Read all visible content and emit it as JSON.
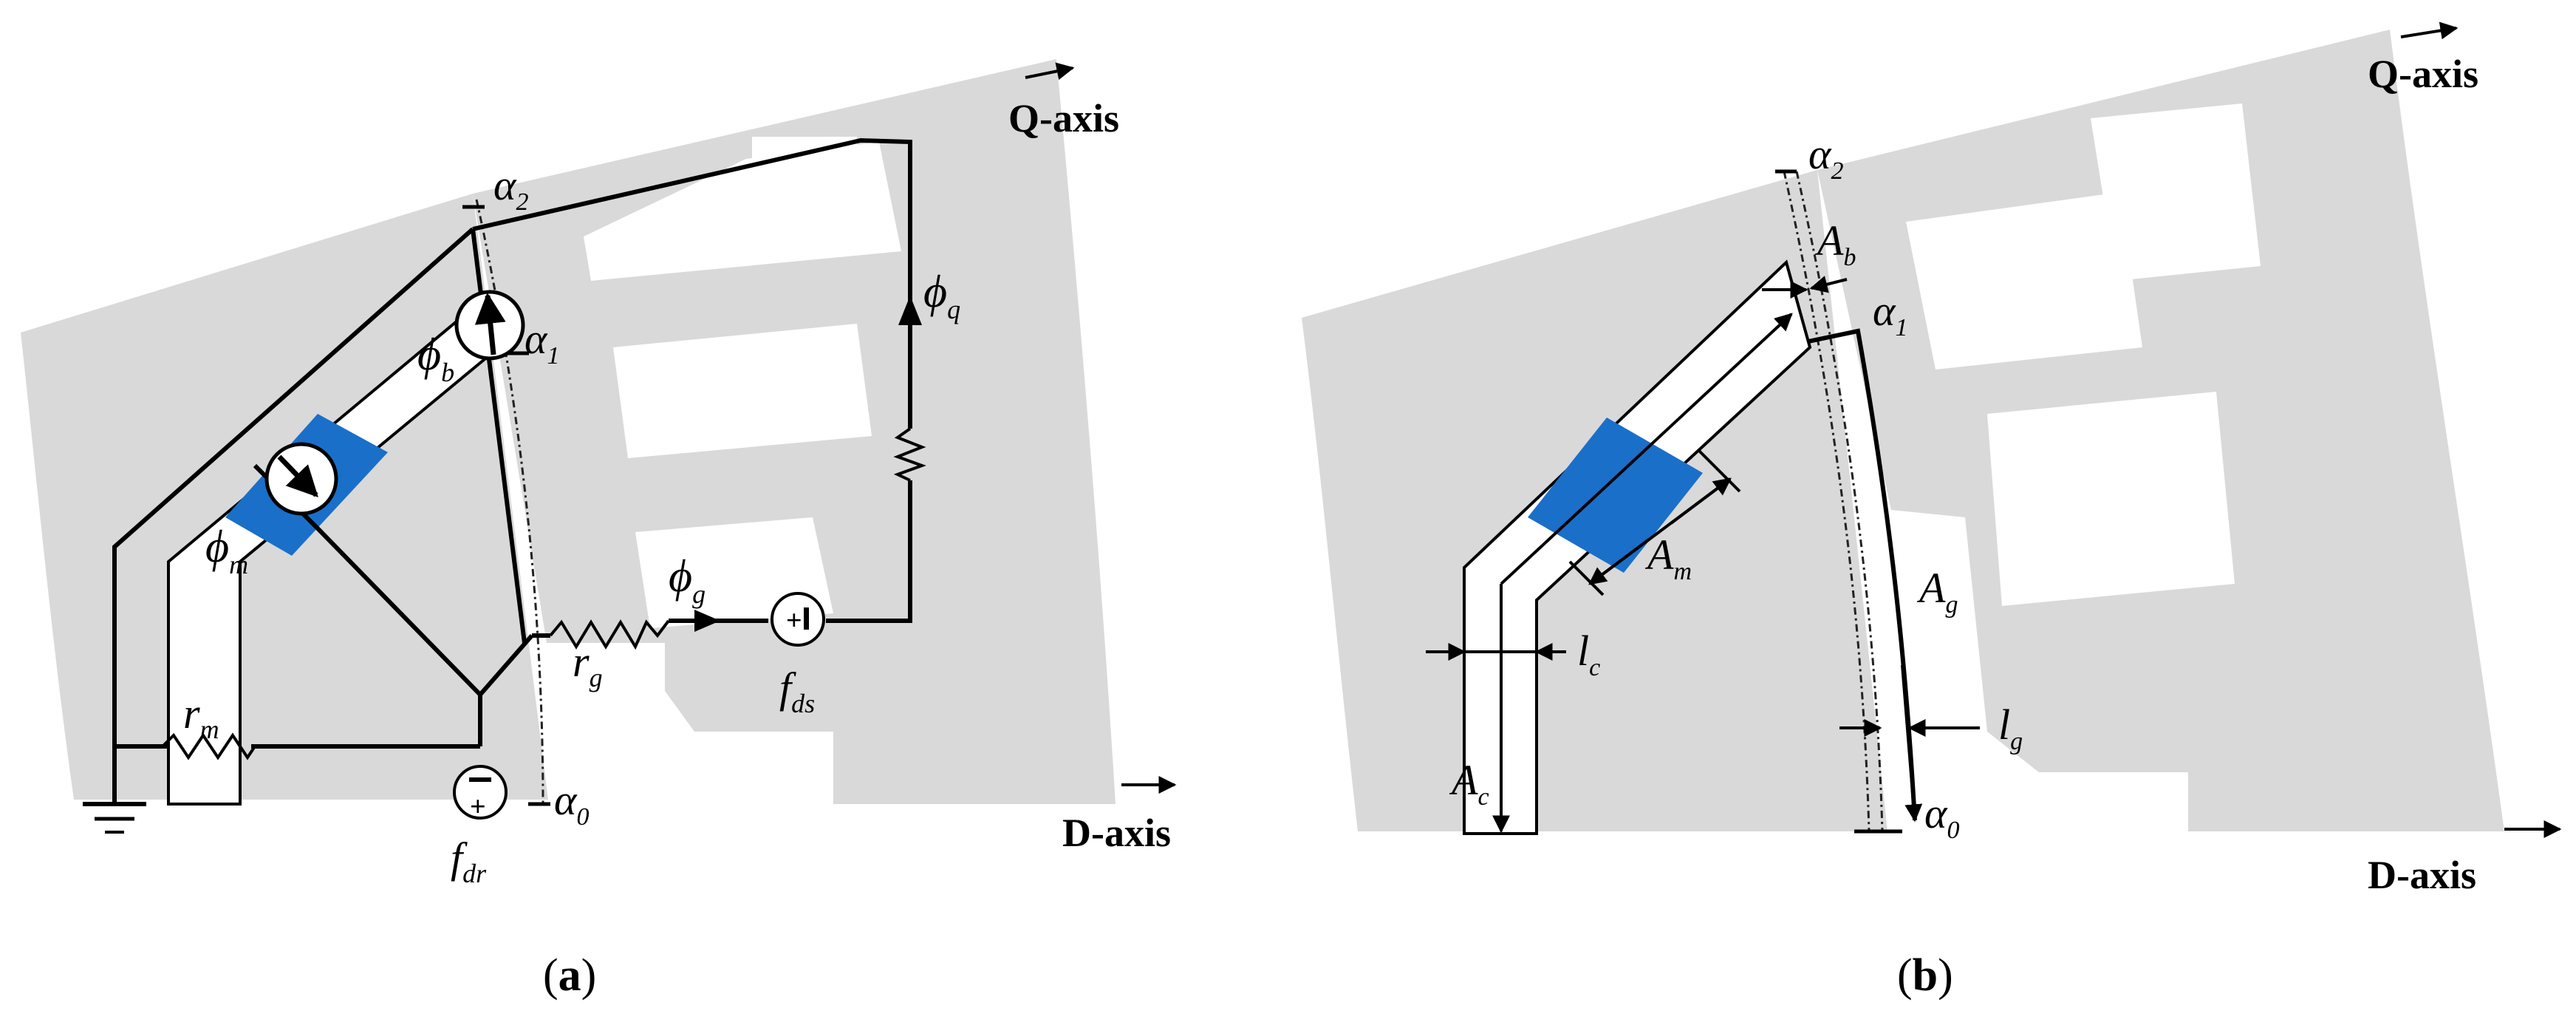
{
  "panel_a": {
    "caption_open": "(",
    "caption_letter": "a",
    "caption_close": ")",
    "q_axis": "Q-axis",
    "d_axis": "D-axis",
    "alpha": "α",
    "alpha_sub_0": "0",
    "alpha_sub_1": "1",
    "alpha_sub_2": "2",
    "phi": "ϕ",
    "phi_sub_q": "q",
    "phi_sub_b": "b",
    "phi_sub_m": "m",
    "phi_sub_g": "g",
    "r": "r",
    "r_sub_m": "m",
    "r_sub_g": "g",
    "f": "f",
    "f_sub_ds": "ds",
    "f_sub_dr": "dr"
  },
  "panel_b": {
    "caption_open": "(",
    "caption_letter": "b",
    "caption_close": ")",
    "q_axis": "Q-axis",
    "d_axis": "D-axis",
    "alpha": "α",
    "alpha_sub_0": "0",
    "alpha_sub_1": "1",
    "alpha_sub_2": "2",
    "A": "A",
    "A_sub_b": "b",
    "A_sub_m": "m",
    "A_sub_g": "g",
    "A_sub_c": "c",
    "l": "l",
    "l_sub_c": "c",
    "l_sub_g": "g"
  },
  "colors": {
    "iron": "#d9d9d9",
    "magnet": "#1a6fc9",
    "line": "#000000"
  }
}
